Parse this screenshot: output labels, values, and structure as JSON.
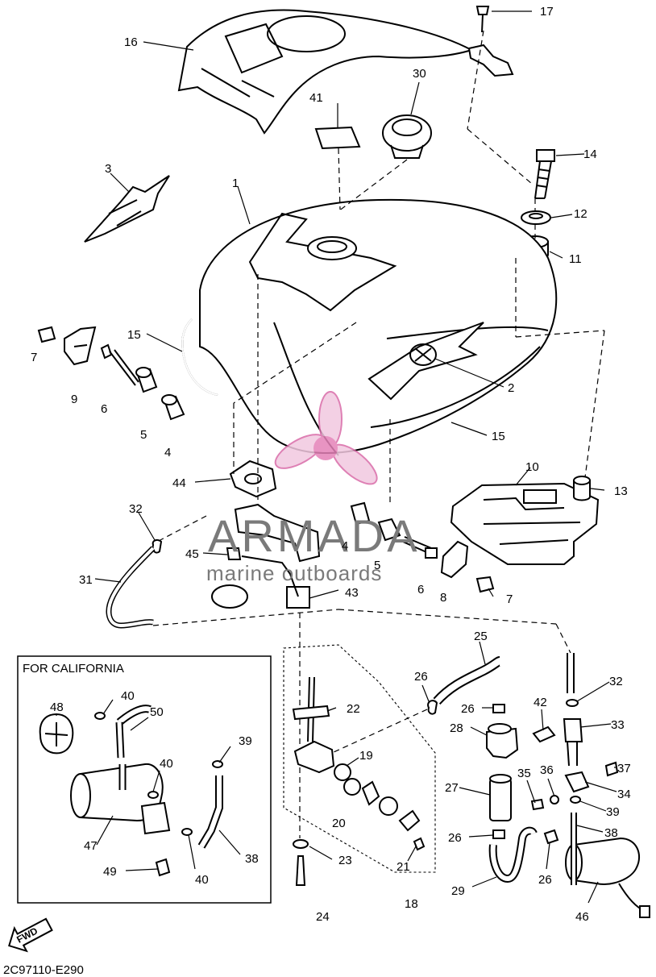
{
  "diagram": {
    "inset_title": "FOR CALIFORNIA",
    "catalog_code": "2C97110-E290",
    "fwd_label": "FWD",
    "watermark": {
      "brand": "ARMADA",
      "tagline": "marine outboards"
    },
    "callouts": {
      "c1": "1",
      "c2": "2",
      "c3": "3",
      "c4a": "4",
      "c4b": "4",
      "c5a": "5",
      "c5b": "5",
      "c6a": "6",
      "c6b": "6",
      "c7a": "7",
      "c7b": "7",
      "c8": "8",
      "c9": "9",
      "c10": "10",
      "c11": "11",
      "c12": "12",
      "c13": "13",
      "c14": "14",
      "c15a": "15",
      "c15b": "15",
      "c16": "16",
      "c17": "17",
      "c18": "18",
      "c19": "19",
      "c20": "20",
      "c21": "21",
      "c22": "22",
      "c23": "23",
      "c24": "24",
      "c25": "25",
      "c26a": "26",
      "c26b": "26",
      "c26c": "26",
      "c26d": "26",
      "c27": "27",
      "c28": "28",
      "c29": "29",
      "c30": "30",
      "c31": "31",
      "c32a": "32",
      "c32b": "32",
      "c33": "33",
      "c34": "34",
      "c35": "35",
      "c36": "36",
      "c37": "37",
      "c38a": "38",
      "c38b": "38",
      "c39a": "39",
      "c39b": "39",
      "c40a": "40",
      "c40b": "40",
      "c40c": "40",
      "c41": "41",
      "c42": "42",
      "c43": "43",
      "c44": "44",
      "c45": "45",
      "c46": "46",
      "c47": "47",
      "c48": "48",
      "c49": "49",
      "c50": "50"
    }
  }
}
